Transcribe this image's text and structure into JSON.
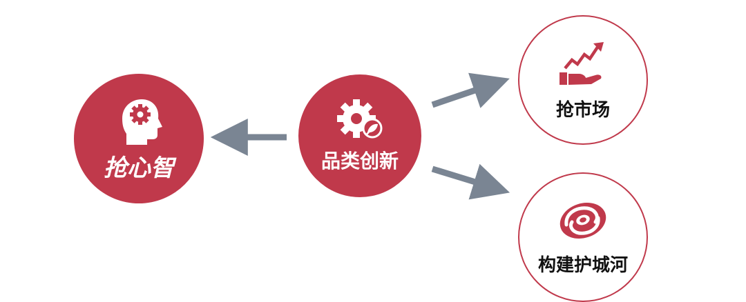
{
  "nodes": {
    "mind": {
      "label": "抢心智",
      "icon": "head-gear-icon"
    },
    "center": {
      "label": "品类创新",
      "icon": "gear-leaf-icon"
    },
    "market": {
      "label": "抢市场",
      "icon": "growth-chart-hand-icon"
    },
    "moat": {
      "label": "构建护城河",
      "icon": "vortex-icon"
    }
  },
  "colors": {
    "accent": "#c0394b",
    "arrow": "#7a8593",
    "text": "#111111"
  }
}
